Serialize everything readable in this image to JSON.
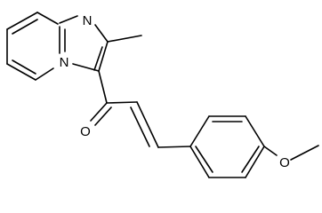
{
  "molecule": {
    "atoms": {
      "n_ring": "N",
      "n_bridge": "N",
      "o_carbonyl": "O",
      "o_methoxy": "O"
    }
  },
  "colors": {
    "bond": "#000000",
    "label": "#000000",
    "background": "#ffffff"
  }
}
